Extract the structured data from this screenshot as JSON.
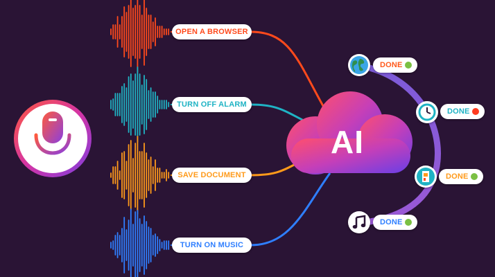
{
  "commands": [
    {
      "label": "OPEN A BROWSER",
      "color": "#ff4a1c"
    },
    {
      "label": "TURN OFF  ALARM",
      "color": "#1fb3c4"
    },
    {
      "label": "SAVE DOCUMENT",
      "color": "#ff9a1a"
    },
    {
      "label": "TURN ON MUSIC",
      "color": "#2f7fff"
    }
  ],
  "ai": {
    "label": "AI"
  },
  "tasks": [
    {
      "icon": "globe-icon",
      "label": "DONE",
      "label_color": "#ff5a1c",
      "dot_color": "#7bc043"
    },
    {
      "icon": "clock-icon",
      "label": "DONE",
      "label_color": "#1fb3c4",
      "dot_color": "#ff3b1f"
    },
    {
      "icon": "document-icon",
      "label": "DONE",
      "label_color": "#ff9a1a",
      "dot_color": "#7bc043"
    },
    {
      "icon": "music-note-icon",
      "label": "DONE",
      "label_color": "#2f7fff",
      "dot_color": "#7bc043"
    }
  ],
  "mic": {
    "icon": "microphone-icon"
  }
}
